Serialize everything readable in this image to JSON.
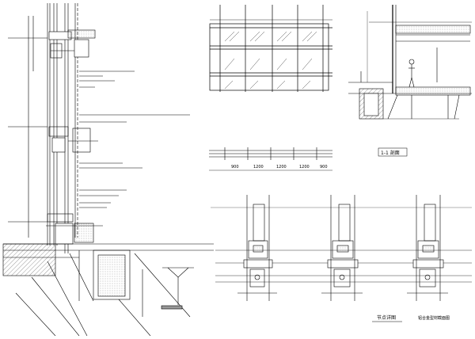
{
  "sheet": {
    "title": "Curtain wall construction details",
    "views": [
      {
        "id": "section-left",
        "description": "Vertical section through curtain wall mullion with transom brackets and base detail"
      },
      {
        "id": "elevation-grid",
        "description": "Curtain wall elevation with glazed panel grid"
      },
      {
        "id": "plan-strip",
        "description": "Plan strip of panel divisions"
      },
      {
        "id": "section-right",
        "description": "Building section with human figure for scale"
      },
      {
        "id": "mullion-details",
        "description": "Three horizontal mullion joint details"
      }
    ]
  },
  "labels": {
    "section_tag": "1-1 剖面",
    "plan_tag": "节点详图",
    "detail_note": "铝合金型材截面图",
    "plan_dims": [
      "900",
      "1200",
      "1200",
      "1200",
      "900"
    ]
  },
  "colors": {
    "line": "#000000",
    "hatch": "#555555",
    "paper": "#ffffff"
  }
}
